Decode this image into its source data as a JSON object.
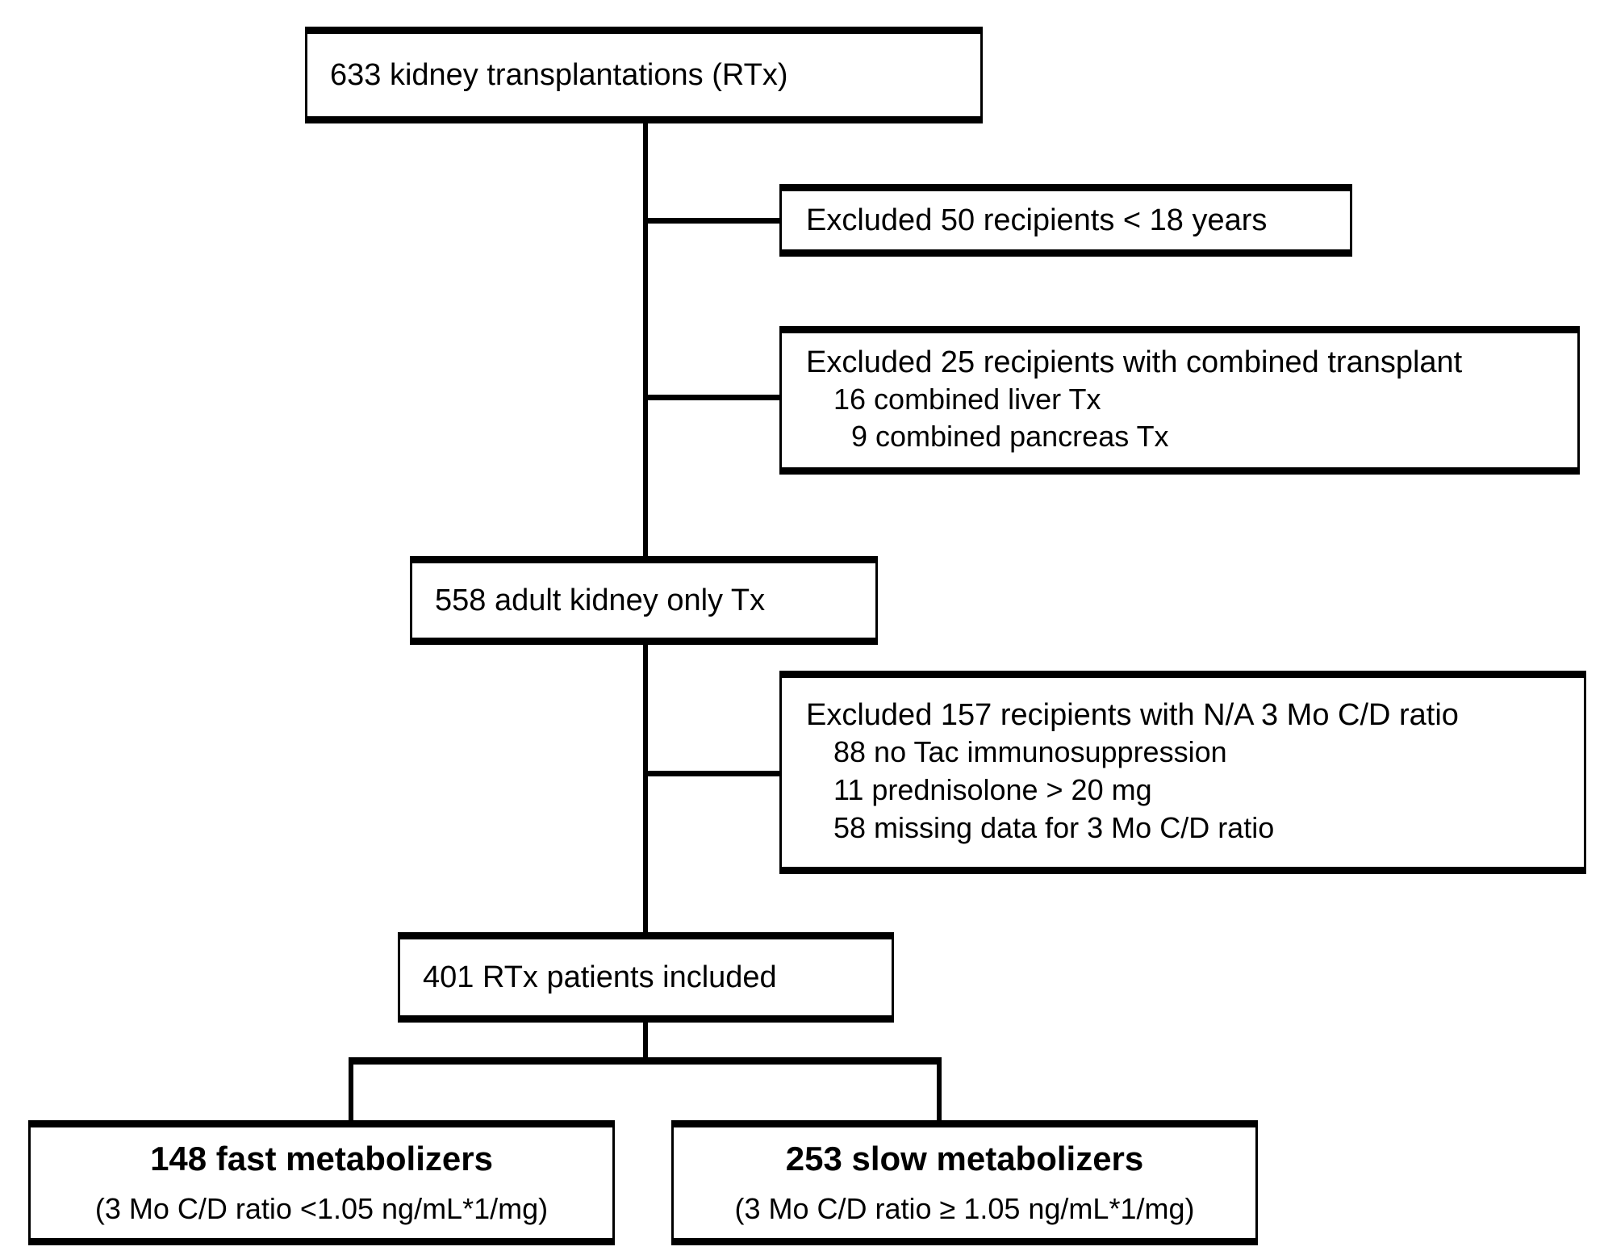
{
  "figure": {
    "type": "flowchart",
    "kind": "patient-selection-consort",
    "colors": {
      "background": "#ffffff",
      "line": "#000000",
      "text": "#000000"
    }
  },
  "nodes": {
    "total_cohort": {
      "label": "633 kidney transplantations (RTx)",
      "count": 633
    },
    "adult_kidney_only": {
      "label": "558 adult kidney only Tx",
      "count": 558
    },
    "included": {
      "label": "401 RTx patients included",
      "count": 401
    },
    "fast_metabolizers": {
      "title": "148 fast metabolizers",
      "subtitle": "(3 Mo C/D ratio <1.05 ng/mL*1/mg)",
      "count": 148
    },
    "slow_metabolizers": {
      "title": "253 slow metabolizers",
      "subtitle": "(3 Mo C/D ratio ≥ 1.05 ng/mL*1/mg)",
      "count": 253
    }
  },
  "exclusions": {
    "age": {
      "header": "Excluded 50 recipients < 18 years",
      "count": 50,
      "items": []
    },
    "combined_transplant": {
      "header": "Excluded 25 recipients with combined transplant",
      "count": 25,
      "items": [
        "16 combined liver Tx",
        "9 combined pancreas Tx"
      ]
    },
    "na_cd_ratio": {
      "header": "Excluded 157 recipients with N/A 3 Mo C/D ratio",
      "count": 157,
      "items": [
        "88 no Tac immunosuppression",
        "11 prednisolone > 20 mg",
        "58 missing data for 3 Mo C/D ratio"
      ]
    }
  },
  "chart_data": {
    "type": "flowchart",
    "title": "Patient selection flowchart",
    "stages": [
      {
        "label": "633 kidney transplantations (RTx)",
        "value": 633
      },
      {
        "label": "558 adult kidney only Tx",
        "value": 558
      },
      {
        "label": "401 RTx patients included",
        "value": 401
      }
    ],
    "exclusions": [
      {
        "label": "Excluded 50 recipients < 18 years",
        "value": 50,
        "breakdown": []
      },
      {
        "label": "Excluded 25 recipients with combined transplant",
        "value": 25,
        "breakdown": [
          {
            "label": "combined liver Tx",
            "value": 16
          },
          {
            "label": "combined pancreas Tx",
            "value": 9
          }
        ]
      },
      {
        "label": "Excluded 157 recipients with N/A 3 Mo C/D ratio",
        "value": 157,
        "breakdown": [
          {
            "label": "no Tac immunosuppression",
            "value": 88
          },
          {
            "label": "prednisolone > 20 mg",
            "value": 11
          },
          {
            "label": "missing data for 3 Mo C/D ratio",
            "value": 58
          }
        ]
      }
    ],
    "terminal_groups": [
      {
        "label": "148 fast metabolizers",
        "value": 148,
        "criterion": "(3 Mo C/D ratio <1.05 ng/mL*1/mg)"
      },
      {
        "label": "253 slow metabolizers",
        "value": 253,
        "criterion": "(3 Mo C/D ratio ≥ 1.05 ng/mL*1/mg)"
      }
    ]
  }
}
